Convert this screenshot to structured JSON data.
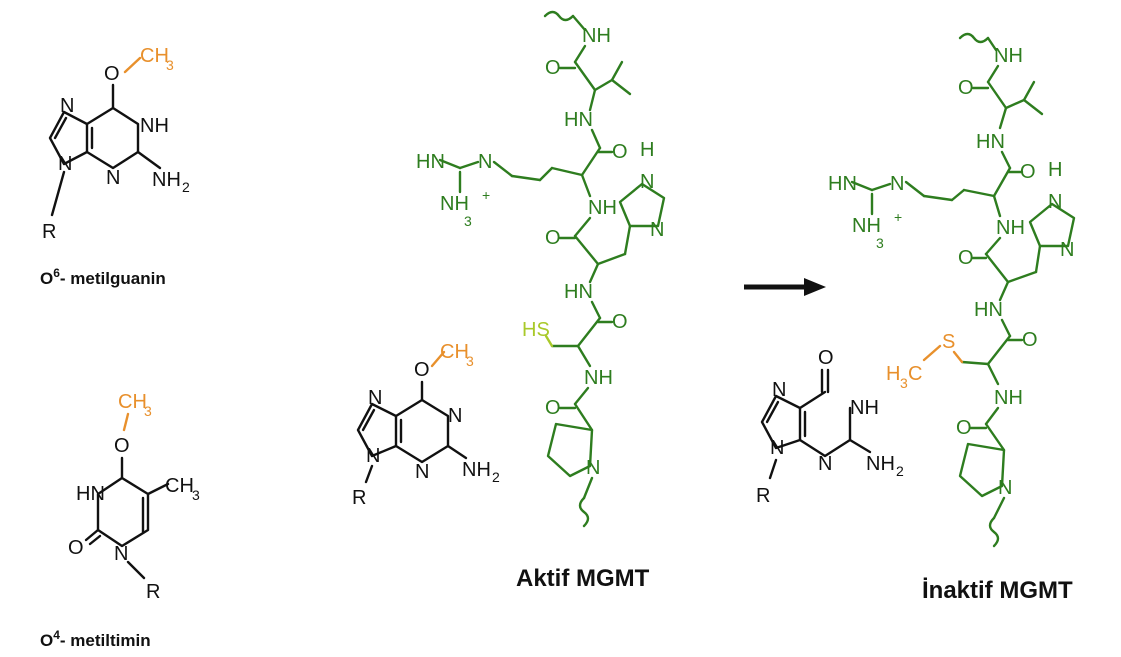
{
  "captions": {
    "o6_prefix": "O",
    "o6_sup": "6",
    "o6_rest": "- metilguanin",
    "o4_prefix": "O",
    "o4_sup": "4",
    "o4_rest": "- metiltimin",
    "active": "Aktif MGMT",
    "inactive": "İnaktif MGMT"
  },
  "atoms": {
    "ch3": "CH",
    "sub3": "3",
    "o": "O",
    "n": "N",
    "nh": "NH",
    "hn": "HN",
    "nh2": "NH",
    "sub2": "2",
    "r": "R",
    "h": "H",
    "hn_eq": "HN",
    "nh3": "NH",
    "plus": "+",
    "sh": "HS",
    "s": "S",
    "h3c": "H",
    "c_after_h3": "C"
  },
  "colors": {
    "black": "#111111",
    "protein_green": "#2e7d1f",
    "methyl_orange": "#e8902c",
    "thiol_yellow_green": "#a9c92a"
  },
  "arrow": "reaction-arrow"
}
